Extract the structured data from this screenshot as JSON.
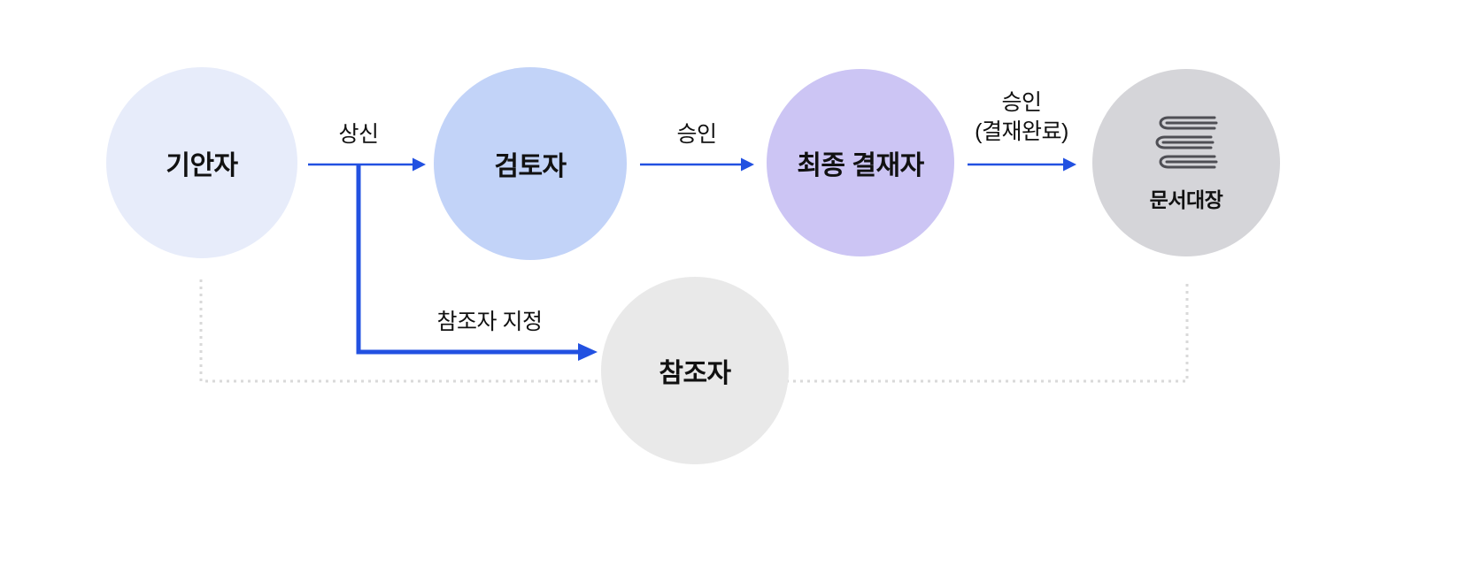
{
  "diagram": {
    "title": "approval-workflow"
  },
  "nodes": {
    "drafter": {
      "label": "기안자",
      "bg": "#e7ecfa"
    },
    "reviewer": {
      "label": "검토자",
      "bg": "#c2d3f8"
    },
    "final_approver": {
      "label": "최종 결재자",
      "bg": "#ccc5f4"
    },
    "document_ledger": {
      "label": "문서대장",
      "bg": "#d5d5d9"
    },
    "cc_member": {
      "label": "참조자",
      "bg": "#e9e9e9"
    }
  },
  "edges": {
    "submit": {
      "label": "상신"
    },
    "approve": {
      "label": "승인"
    },
    "final_approve": {
      "label_line1": "승인",
      "label_line2": "(결재완료)"
    },
    "assign_cc": {
      "label": "참조자 지정"
    }
  },
  "colors": {
    "arrow_blue": "#2251e1",
    "dotted_gray": "#d9d9d9",
    "icon_gray": "#4f4f55",
    "text": "#111111"
  }
}
